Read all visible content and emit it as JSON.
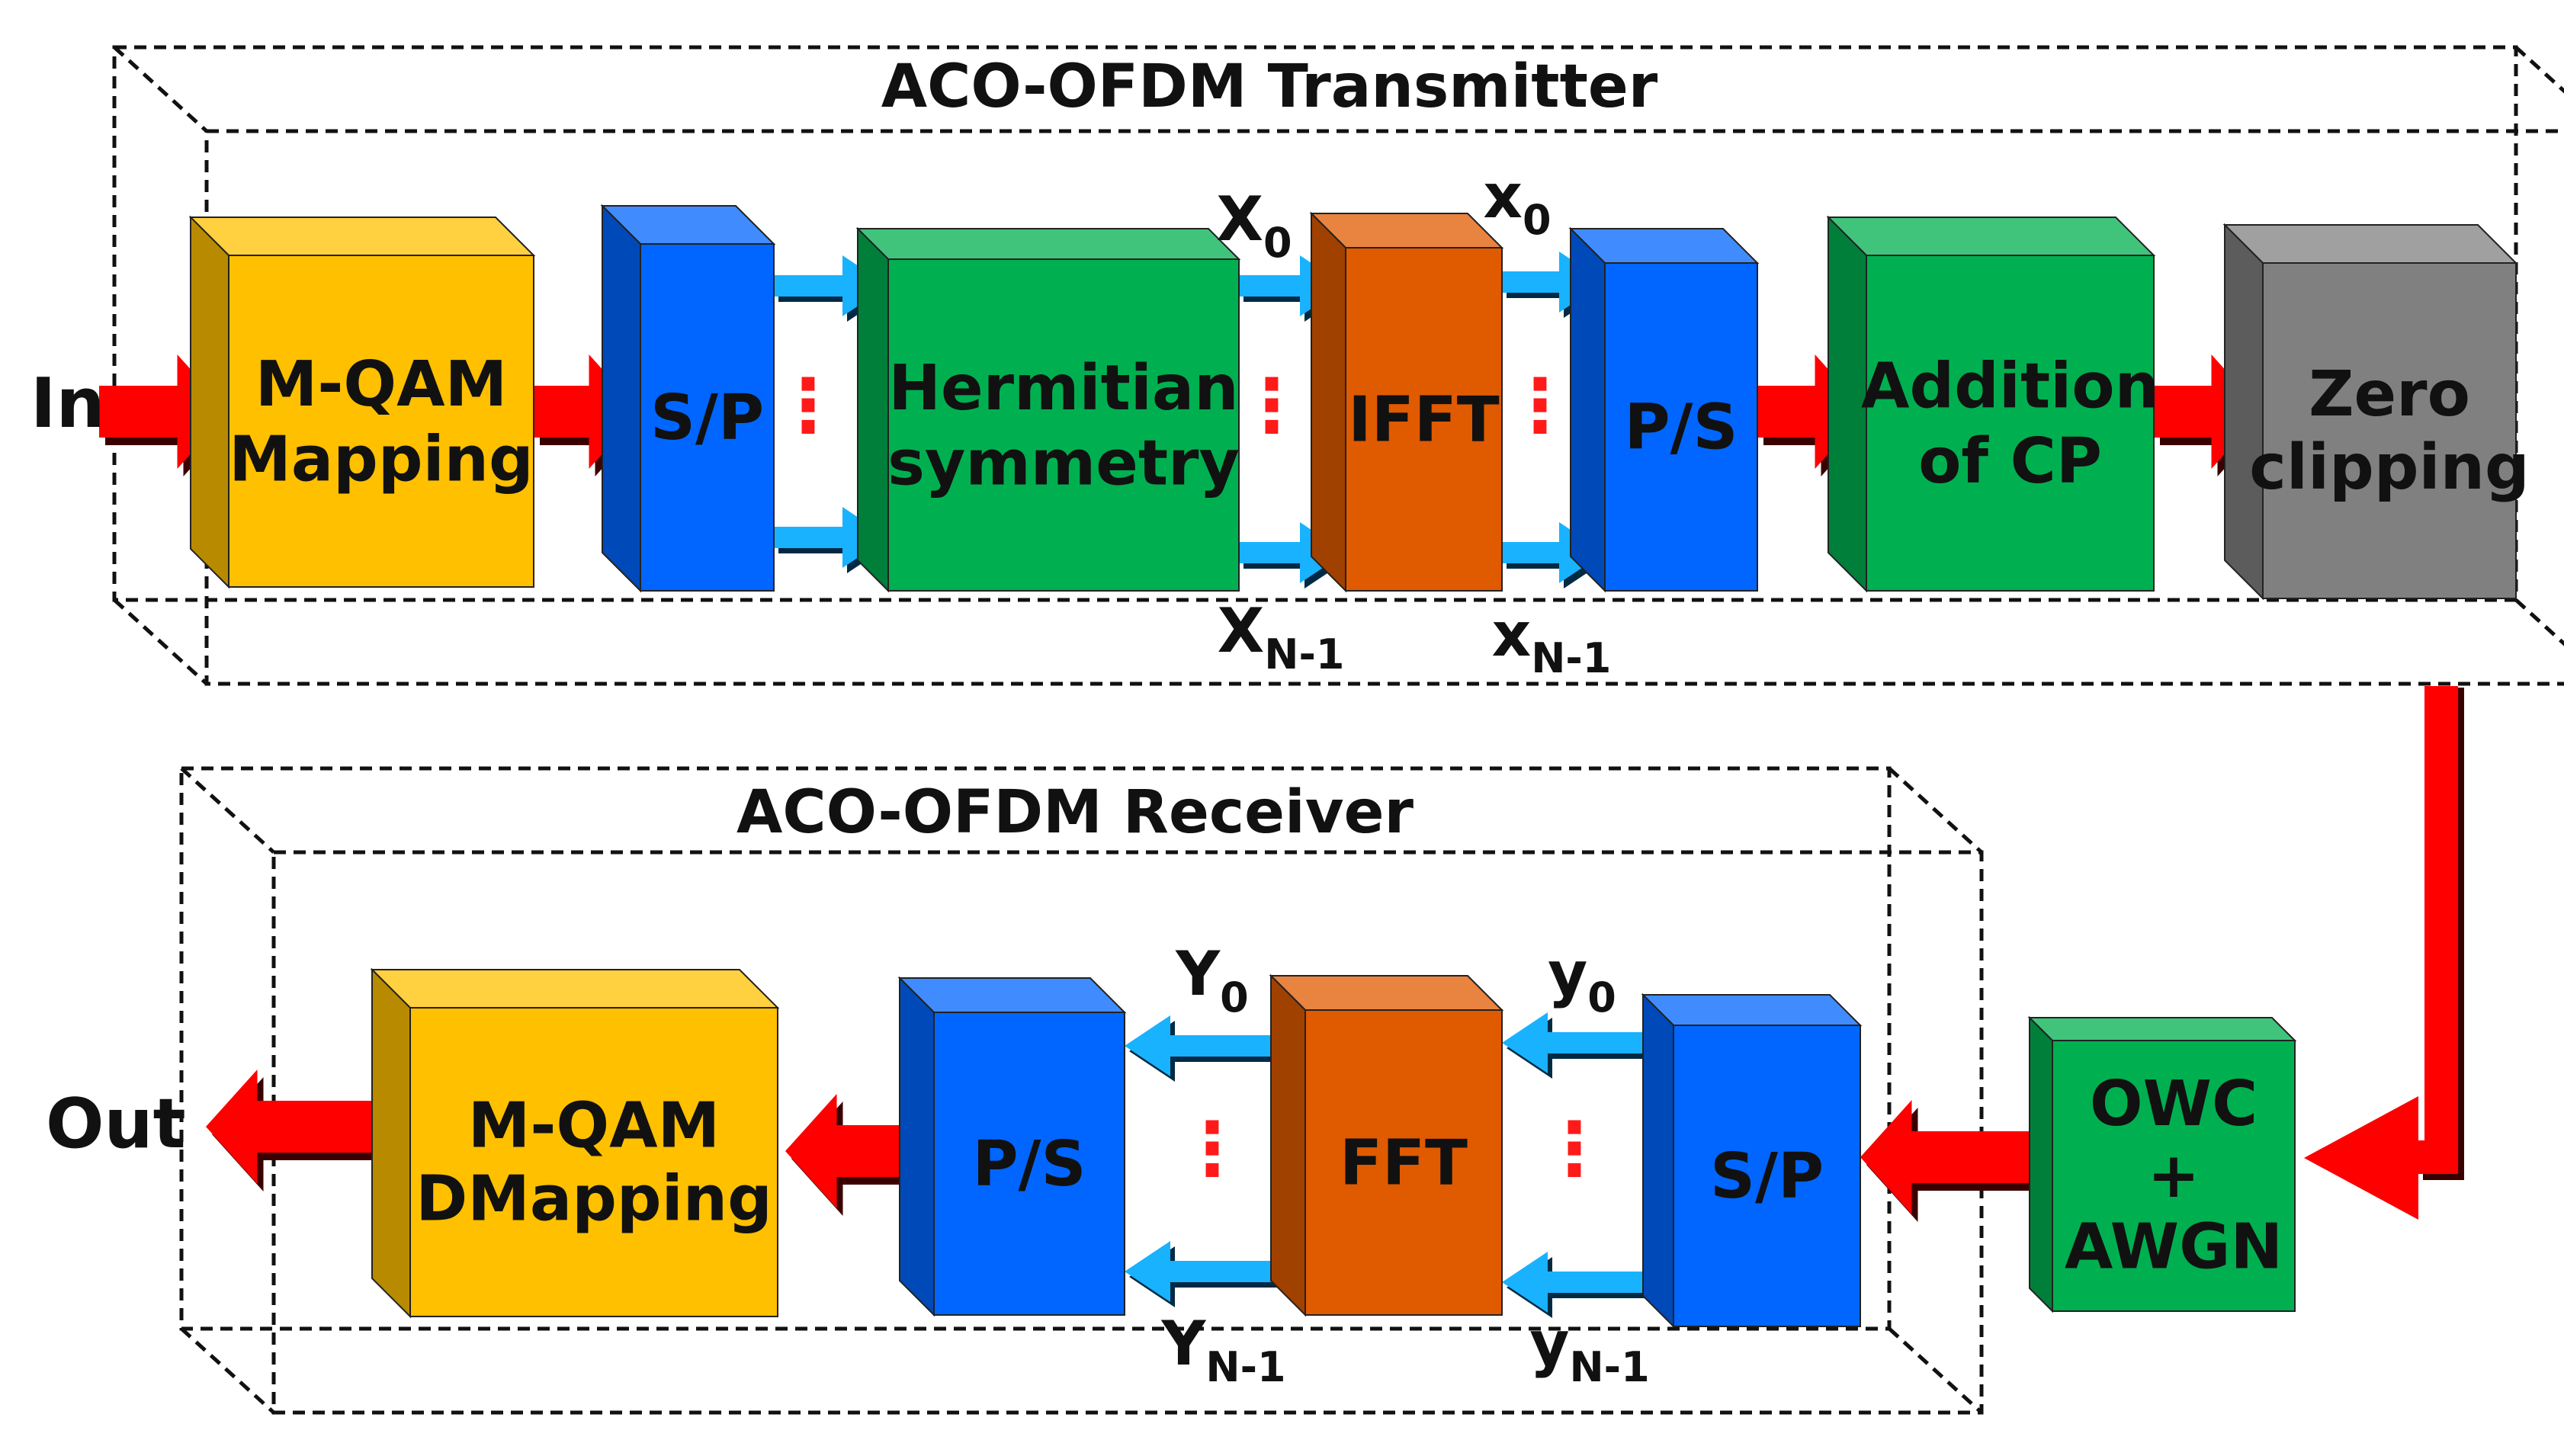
{
  "transmitter": {
    "title": "ACO-OFDM Transmitter",
    "input_label": "In",
    "blocks": {
      "mqam_mapping": [
        "M-QAM",
        "Mapping"
      ],
      "sp": [
        "S/P"
      ],
      "hermitian": [
        "Hermitian",
        "symmetry"
      ],
      "ifft": [
        "IFFT"
      ],
      "ps": [
        "P/S"
      ],
      "cp": [
        "Addition",
        "of CP"
      ],
      "zero_clipping": [
        "Zero",
        "clipping"
      ]
    },
    "signals": {
      "X0": {
        "base": "X",
        "sub": "0"
      },
      "XN1": {
        "base": "X",
        "sub": "N-1"
      },
      "x0": {
        "base": "x",
        "sub": "0"
      },
      "xN1": {
        "base": "x",
        "sub": "N-1"
      }
    }
  },
  "channel": {
    "block": [
      "OWC",
      "+",
      "AWGN"
    ]
  },
  "receiver": {
    "title": "ACO-OFDM Receiver",
    "output_label": "Out",
    "blocks": {
      "sp": [
        "S/P"
      ],
      "fft": [
        "FFT"
      ],
      "ps": [
        "P/S"
      ],
      "mqam_demapping": [
        "M-QAM",
        "DMapping"
      ]
    },
    "signals": {
      "y0": {
        "base": "y",
        "sub": "0"
      },
      "yN1": {
        "base": "y",
        "sub": "N-1"
      },
      "Y0": {
        "base": "Y",
        "sub": "0"
      },
      "YN1": {
        "base": "Y",
        "sub": "N-1"
      }
    }
  },
  "ellipsis": "⋮",
  "colors": {
    "yellow": "#ffc000",
    "blue": "#0066ff",
    "green": "#00b050",
    "orange": "#e05a00",
    "gray": "#808080",
    "red_arrow": "#ff0000",
    "cyan_arrow": "#19b2ff"
  }
}
